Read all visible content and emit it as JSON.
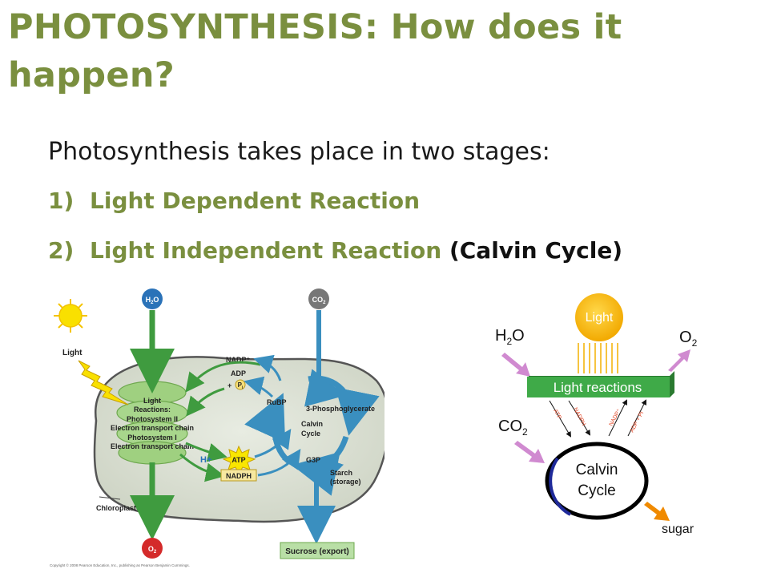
{
  "slide": {
    "title": "PHOTOSYNTHESIS: How does it happen?",
    "intro": "Photosynthesis takes place in two stages:",
    "stages": [
      {
        "number": "1)",
        "name": "Light Dependent Reaction",
        "note": ""
      },
      {
        "number": "2)",
        "name": "Light Independent Reaction",
        "note": "(Calvin Cycle)"
      }
    ]
  },
  "left_diagram": {
    "light": "Light",
    "h2o_pre": "H",
    "h2o_sub": "2",
    "h2o_post": "O",
    "co2_pre": "CO",
    "co2_sub": "2",
    "o2_pre": "O",
    "o2_sub": "2",
    "nadp_plus": "NADP⁺",
    "adp": "ADP",
    "plus": "+",
    "pi": "P",
    "pi_sub": "i",
    "light_reactions": [
      "Light",
      "Reactions:",
      "Photosystem II",
      "Electron transport chain",
      "Photosystem I",
      "Electron transport chain"
    ],
    "rubp": "RuBP",
    "phosphoglycerate": "3-Phosphoglycerate",
    "calvin": [
      "Calvin",
      "Cycle"
    ],
    "h_plus": "H+",
    "atp": "ATP",
    "nadph": "NADPH",
    "g3p": "G3P",
    "starch": [
      "Starch",
      "(storage)"
    ],
    "chloroplast": "Chloroplast",
    "sucrose": "Sucrose (export)",
    "copyright": "Copyright © 2008 Pearson Education, Inc., publishing as Pearson Benjamin Cummings."
  },
  "right_diagram": {
    "light": "Light",
    "h2o_pre": "H",
    "h2o_sub": "2",
    "h2o_post": "O",
    "o2_pre": "O",
    "o2_sub": "2",
    "co2_pre": "CO",
    "co2_sub": "2",
    "light_reactions": "Light reactions",
    "atp": "ATP",
    "nadph": "NADPH",
    "nadp": "NADP⁺",
    "adp_pi": "ADP + Pi",
    "calvin": [
      "Calvin",
      "Cycle"
    ],
    "sugar": "sugar"
  },
  "colors": {
    "heading_green": "#7a8f3f",
    "flow_blue": "#3a8fbf",
    "flow_green": "#3f9b3f",
    "stroma": "#dde2d5",
    "thylakoid": "#a8d68c",
    "light_box": "#3faa48",
    "sun": "#f5b800"
  }
}
